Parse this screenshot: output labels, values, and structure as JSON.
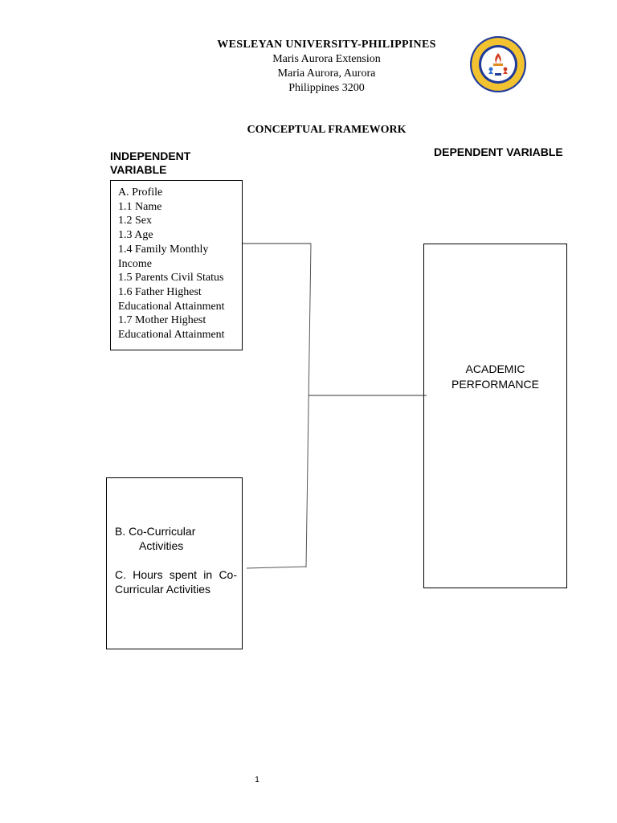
{
  "header": {
    "university": "WESLEYAN UNIVERSITY-PHILIPPINES",
    "extension": "Maris Aurora Extension",
    "town": "Maria Aurora, Aurora",
    "country": "Philippines 3200"
  },
  "seal": {
    "icon": "university-seal-icon",
    "colors": {
      "ring": "#f2c230",
      "inner": "#1f3a9a",
      "center": "#ffffff",
      "flame": "#d23b1e"
    }
  },
  "title": "CONCEPTUAL FRAMEWORK",
  "independent_label": [
    "INDEPENDENT",
    "VARIABLE"
  ],
  "dependent_label": "DEPENDENT VARIABLE",
  "profile_box": {
    "lines": [
      "A. Profile",
      "1.1 Name",
      "1.2 Sex",
      "1.3 Age",
      "1.4 Family Monthly",
      "Income",
      "1.5 Parents Civil Status",
      "1.6 Father Highest",
      "Educational Attainment",
      "1.7 Mother Highest",
      "Educational Attainment"
    ]
  },
  "cocurricular_box": {
    "b_line1": "B. Co-Curricular",
    "b_line2": "Activities",
    "c_text": "C. Hours spent in Co-Curricular Activities"
  },
  "dependent_box": {
    "line1": "ACADEMIC",
    "line2": "PERFORMANCE"
  },
  "page_number": "1"
}
